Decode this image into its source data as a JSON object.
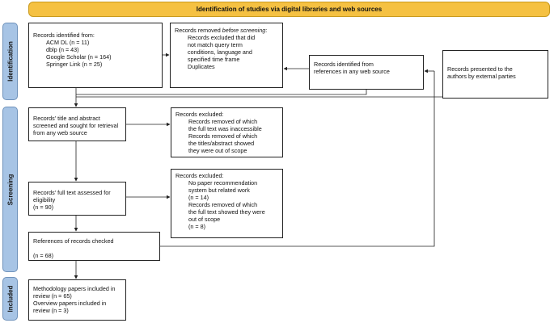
{
  "header": {
    "title": "Identification of studies via digital libraries and web sources"
  },
  "phases": {
    "identification": "Identification",
    "screening": "Screening",
    "included": "Included"
  },
  "boxes": {
    "records_identified": {
      "heading": "Records identified from:",
      "items": [
        "ACM DL (n = 11)",
        "dblp (n = 43)",
        "Google Scholar (n = 164)",
        "Springer Link (n = 25)"
      ]
    },
    "records_removed": {
      "heading_prefix": "Records removed ",
      "heading_italic": "before screening",
      "heading_suffix": ":",
      "items": [
        "Records excluded that did",
        "not match query term",
        "conditions, language and",
        "specified time frame",
        "Duplicates"
      ]
    },
    "web_source": {
      "lines": [
        "Records identified from",
        "references in any web source"
      ]
    },
    "external": {
      "lines": [
        "Records presented to the",
        "authors by external parties"
      ]
    },
    "title_abstract": {
      "lines": [
        "Records' title and abstract",
        "screened and sought for retrieval",
        "from any web source"
      ]
    },
    "excluded_1": {
      "heading": "Records excluded:",
      "items": [
        "Records removed of which",
        "the full text was inaccessible",
        "Records removed of which",
        "the titles/abstract showed",
        "they were out of scope"
      ]
    },
    "full_text": {
      "lines": [
        "Records' full text assessed for",
        "eligibility",
        "(n = 90)"
      ]
    },
    "excluded_2": {
      "heading": "Records excluded:",
      "items": [
        "No paper recommendation",
        "system but related work",
        "(n = 14)",
        "Records removed of which",
        "the full text showed they were",
        "out of scope",
        "(n = 8)"
      ]
    },
    "references": {
      "lines": [
        "References of records checked",
        "",
        "(n = 68)"
      ]
    },
    "included": {
      "lines": [
        "Methodology papers included in",
        "review (n = 65)",
        "Overview papers included in",
        "review (n = 3)"
      ]
    }
  }
}
